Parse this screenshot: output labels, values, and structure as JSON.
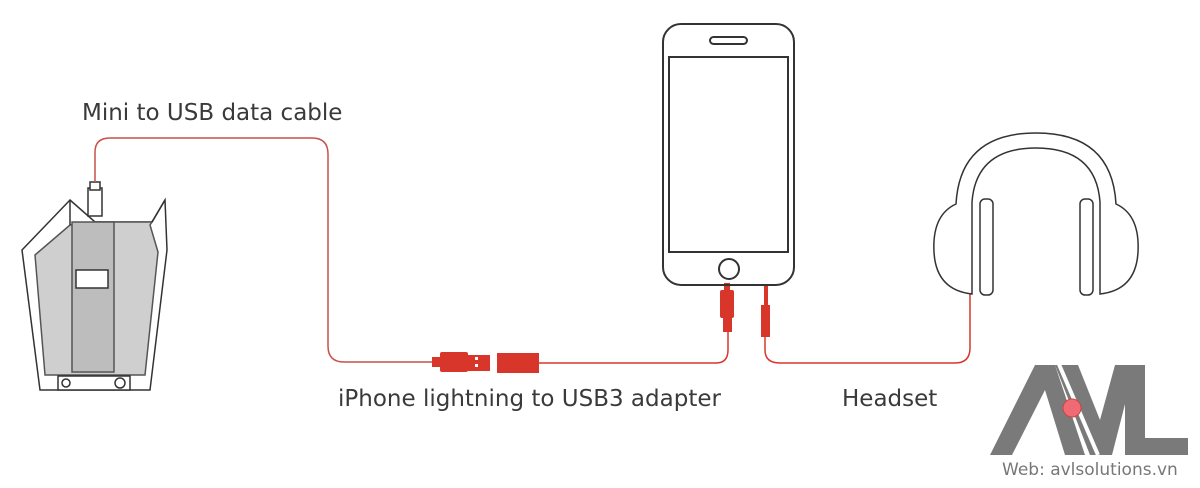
{
  "labels": {
    "mini_usb_cable": "Mini to USB data cable",
    "lightning_adapter": "iPhone lightning to USB3 adapter",
    "headset": "Headset"
  },
  "devices": [
    "conference-microphone",
    "iphone",
    "headphones"
  ],
  "connectors": [
    "usb-a-plug",
    "usb3-female-adapter",
    "lightning-plug",
    "3.5mm-audio-jack"
  ],
  "logo": {
    "text": "AVL",
    "web": "Web: avlsolutions.vn",
    "color": "#7a7a7a",
    "dot_color": "#ef6b73"
  },
  "colors": {
    "cable": "#d9362b",
    "outline": "#333333",
    "text": "#3a3a3a"
  }
}
